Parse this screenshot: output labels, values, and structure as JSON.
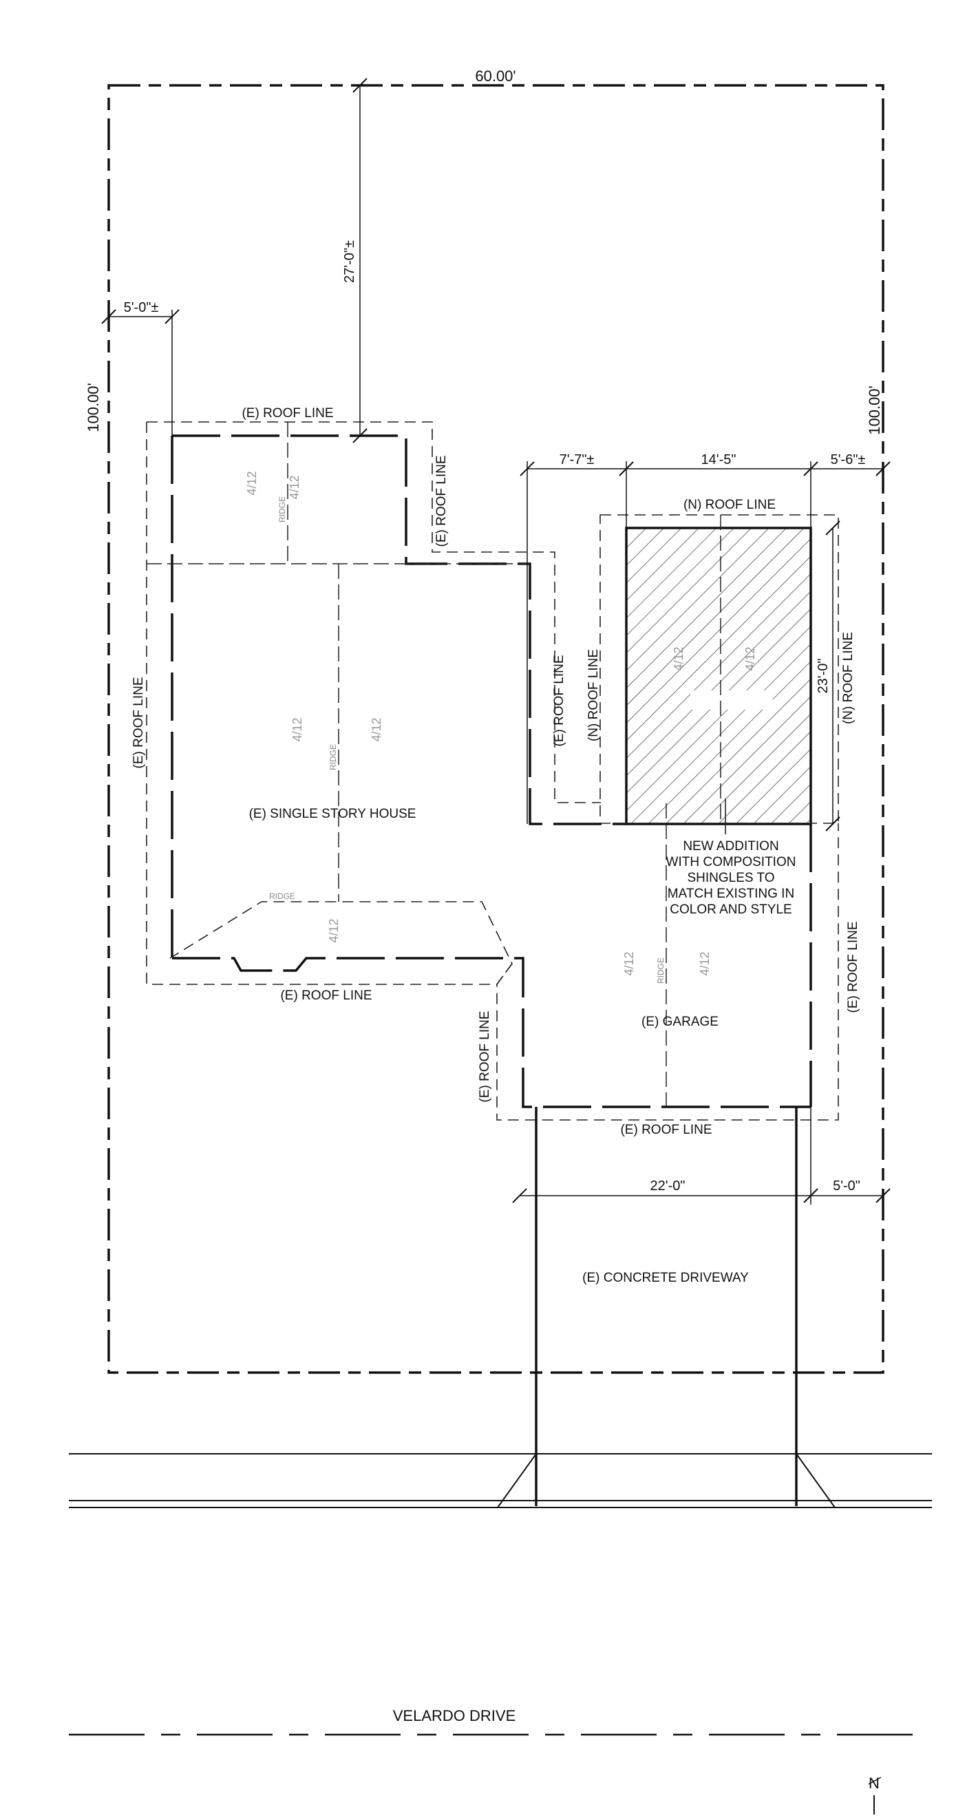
{
  "dimensions": {
    "lot_width": "60.00'",
    "lot_depth_left": "100.00'",
    "lot_depth_right": "100.00'",
    "rear_setback": "27'-0\"±",
    "left_setback": "5'-0\"±",
    "addition_offset": "7'-7\"±",
    "addition_width": "14'-5\"",
    "right_setback_addition": "5'-6\"±",
    "addition_depth": "23'-0\"",
    "garage_width": "22'-0\"",
    "right_setback_garage": "5'-0\""
  },
  "labels": {
    "roof_top": "(E) ROOF LINE",
    "roof_left": "(E) ROOF LINE",
    "roof_right_house": "(E) ROOF LINE",
    "roof_bottom_house": "(E) ROOF LINE",
    "roof_inner": "(E) ROOF LINE",
    "new_roof_top": "(N) ROOF LINE",
    "new_roof_left": "(N) ROOF LINE",
    "new_roof_right": "(N) ROOF LINE",
    "garage_roof_left": "(E) ROOF LINE",
    "garage_roof_right": "(E) ROOF LINE",
    "garage_roof_bottom": "(E) ROOF LINE",
    "house": "(E) SINGLE STORY HOUSE",
    "garage": "(E) GARAGE",
    "driveway": "(E) CONCRETE DRIVEWAY",
    "street": "VELARDO DRIVE",
    "north": "N",
    "ridge": "RIDGE",
    "ridge_house": "RIDGE",
    "ridge_bottom": "RIDGE",
    "ridge_garage": "RIDGE",
    "note_lines": [
      "NEW ADDITION",
      "WITH COMPOSITION",
      "SHINGLES TO",
      "MATCH EXISTING IN",
      "COLOR AND STYLE"
    ]
  },
  "roof_slopes": [
    "4/12",
    "4/12",
    "4/12",
    "4/12",
    "4/12",
    "4/12",
    "4/12",
    "4/12",
    "4/12"
  ]
}
